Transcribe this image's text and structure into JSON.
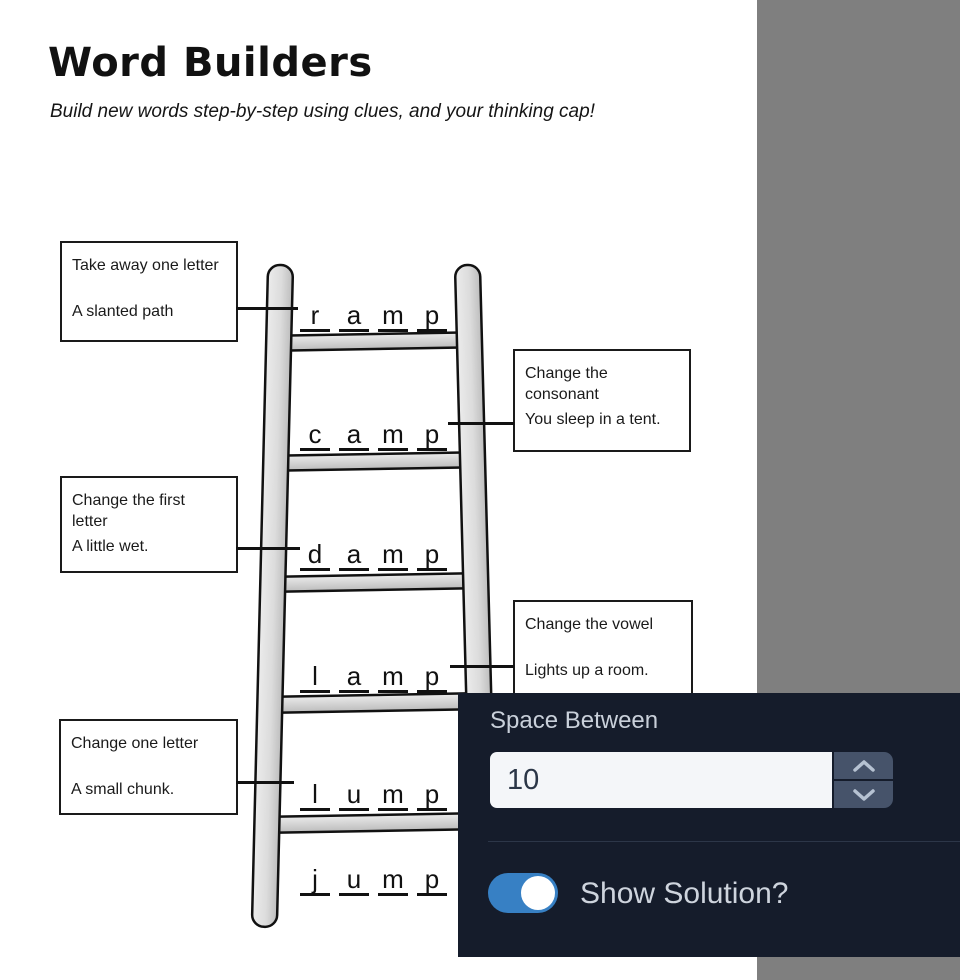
{
  "header": {
    "title": "Word Builders",
    "subtitle": "Build new words step-by-step using clues, and your thinking cap!"
  },
  "ladder": {
    "words": [
      {
        "letters": [
          "r",
          "a",
          "m",
          "p"
        ]
      },
      {
        "letters": [
          "c",
          "a",
          "m",
          "p"
        ]
      },
      {
        "letters": [
          "d",
          "a",
          "m",
          "p"
        ]
      },
      {
        "letters": [
          "l",
          "a",
          "m",
          "p"
        ]
      },
      {
        "letters": [
          "l",
          "u",
          "m",
          "p"
        ]
      },
      {
        "letters": [
          "j",
          "u",
          "m",
          "p"
        ]
      }
    ]
  },
  "clues": [
    {
      "side": "left",
      "instruction_line1": "Take away one letter",
      "instruction_line2": "",
      "hint": "A slanted path"
    },
    {
      "side": "right",
      "instruction_line1": "Change the",
      "instruction_line2": "consonant",
      "hint": "You sleep in a tent."
    },
    {
      "side": "left",
      "instruction_line1": "Change the first",
      "instruction_line2": "letter",
      "hint": "A little wet."
    },
    {
      "side": "right",
      "instruction_line1": "Change the vowel",
      "instruction_line2": "",
      "hint": "Lights up a room."
    },
    {
      "side": "left",
      "instruction_line1": "Change one letter",
      "instruction_line2": "",
      "hint": "A small chunk."
    }
  ],
  "settings_panel": {
    "space_between_label": "Space Between",
    "space_between_value": "10",
    "show_solution_label": "Show Solution?",
    "toggle_on": true,
    "icons": {
      "up": "chevron-up",
      "down": "chevron-down"
    },
    "colors": {
      "panel_bg": "#151c2b",
      "accent_blue": "#3780c4",
      "input_bg": "#f4f6f9",
      "spinner_bg": "#46536a",
      "text": "#ced4dd"
    }
  },
  "colors": {
    "gray_strip": "#7f7f7f",
    "ladder_fill": "#d9d9d9",
    "outline": "#111111"
  }
}
